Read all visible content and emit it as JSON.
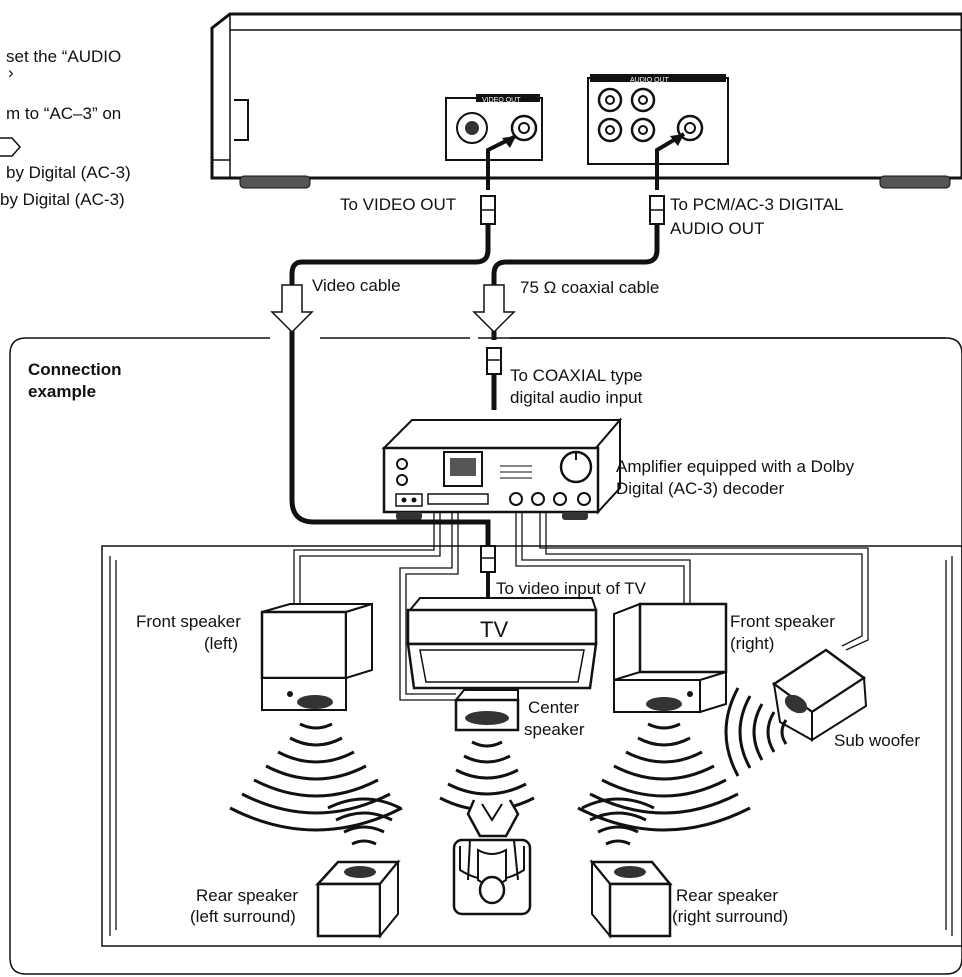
{
  "text_fragments": [
    "set the “AUDIO",
    "m to “AC–3” on",
    "by Digital (AC-3)",
    "by Digital (AC-3)"
  ],
  "labels": {
    "video_out": "To VIDEO OUT",
    "pcm_out_1": "To PCM/AC-3 DIGITAL",
    "pcm_out_2": "AUDIO OUT",
    "video_cable": "Video cable",
    "coax_cable": "75 Ω coaxial cable",
    "connection_1": "Connection",
    "connection_2": "example",
    "coaxial_in_1": "To COAXIAL type",
    "coaxial_in_2": "digital audio input",
    "amp_1": "Amplifier equipped with a Dolby",
    "amp_2": "Digital (AC-3) decoder",
    "tv_video_in": "To video input of TV",
    "tv": "TV",
    "front_left_1": "Front speaker",
    "front_left_2": "(left)",
    "front_right_1": "Front speaker",
    "front_right_2": "(right)",
    "center_1": "Center",
    "center_2": "speaker",
    "sub_woofer": "Sub woofer",
    "rear_left_1": "Rear speaker",
    "rear_left_2": "(left surround)",
    "rear_right_1": "Rear speaker",
    "rear_right_2": "(right surround)",
    "panel_video_out": "VIDEO OUT",
    "panel_audio_out": "AUDIO OUT"
  }
}
